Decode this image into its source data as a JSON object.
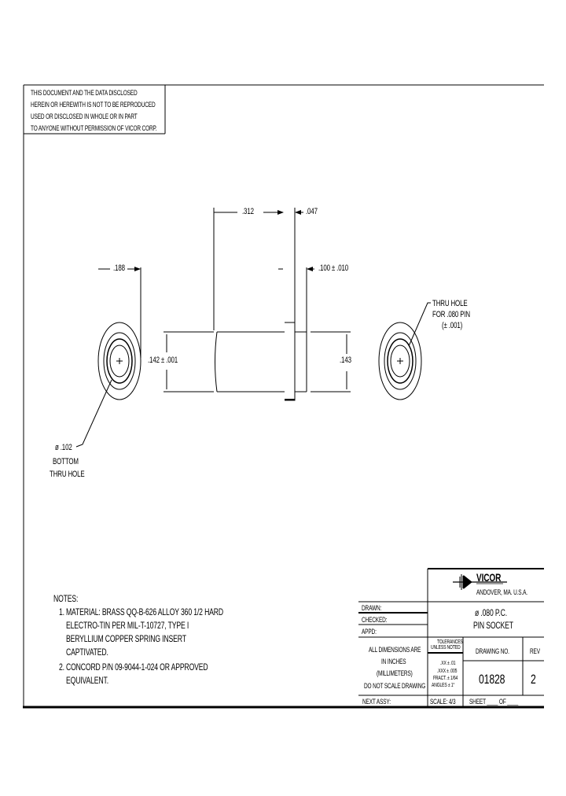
{
  "disclaimer": {
    "lines": [
      "THIS DOCUMENT AND THE DATA DISCLOSED",
      "HEREIN OR HEREWITH IS NOT TO BE REPRODUCED",
      "USED OR DISCLOSED IN WHOLE OR IN PART",
      "TO ANYONE WITHOUT PERMISSION OF VICOR CORP."
    ]
  },
  "dimensions": {
    "d_188": ".188",
    "d_312": ".312",
    "d_047": ".047",
    "d_100": ".100 ± .010",
    "d_142": ".142 ± .001",
    "d_143": ".143"
  },
  "callouts": {
    "right_hole": [
      "THRU HOLE",
      "FOR .080 PIN",
      "(± .001)"
    ],
    "left_hole": [
      "ø .102",
      "BOTTOM",
      "THRU HOLE"
    ]
  },
  "notes": {
    "title": "NOTES:",
    "items": [
      {
        "num": "1.",
        "lines": [
          "MATERIAL: BRASS QQ-B-626 ALLOY 360 1/2 HARD",
          "ELECTRO-TIN PER MIL-T-10727, TYPE I",
          "BERYLLIUM COPPER SPRING INSERT",
          "CAPTIVATED."
        ]
      },
      {
        "num": "2.",
        "lines": [
          "CONCORD P/N 09-9044-1-024 OR APPROVED",
          "EQUIVALENT."
        ]
      }
    ]
  },
  "title_block": {
    "company": "VICOR",
    "location": "ANDOVER, MA. U.S.A.",
    "title_line1": "ø .080 P.C.",
    "title_line2": "PIN SOCKET",
    "drawn_label": "DRAWN:",
    "checked_label": "CHECKED:",
    "appd_label": "APPD:",
    "dims_note": [
      "ALL DIMENSIONS ARE",
      "IN INCHES",
      "(MILLIMETERS)",
      "DO NOT SCALE DRAWING"
    ],
    "tolerances_header": [
      "TOLERANCES",
      "UNLESS NOTED"
    ],
    "tolerances": [
      ".XX ± .01",
      ".XXX ± .005",
      "FRACT. ± 1/64",
      "ANGLES ± 1°"
    ],
    "drawing_no_label": "DRAWING NO.",
    "drawing_no": "01828",
    "rev_label": "REV",
    "rev": "2",
    "next_assy_label": "NEXT ASSY:",
    "scale_label": "SCALE: 4/3",
    "sheet_label": "SHEET ____ OF ____"
  }
}
